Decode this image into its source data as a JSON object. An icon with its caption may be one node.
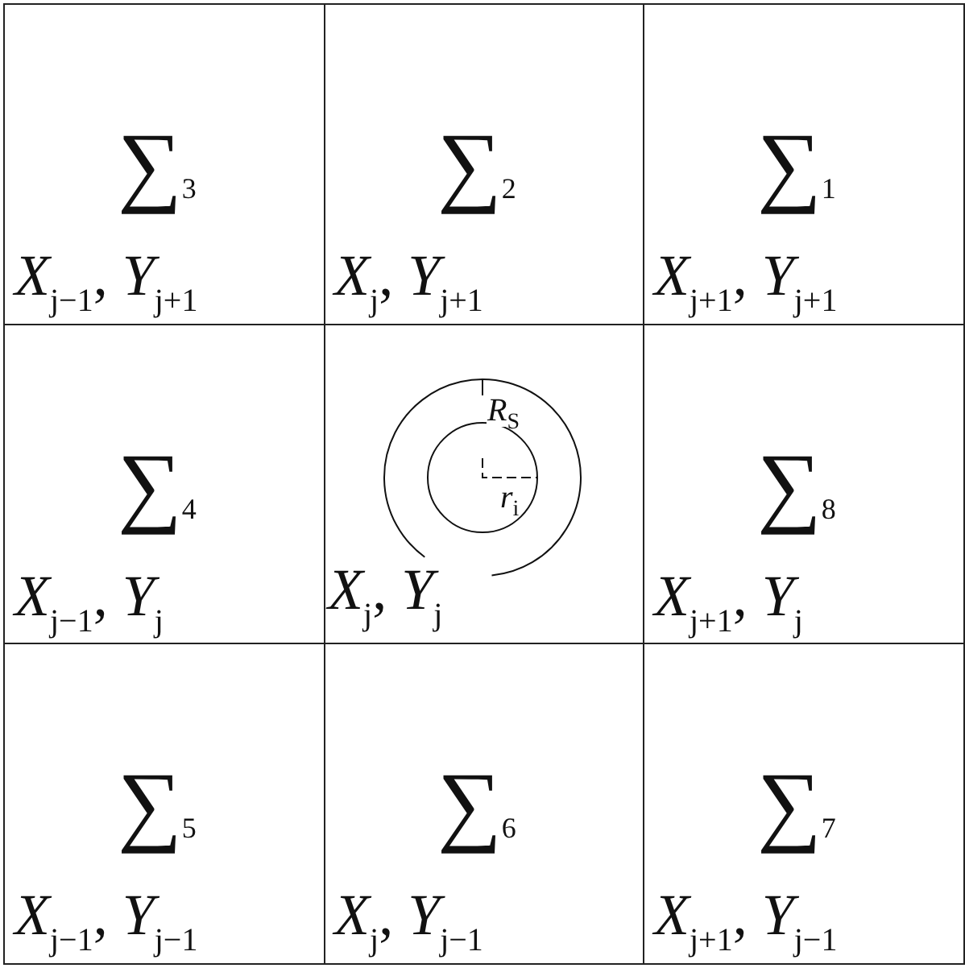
{
  "diagram": {
    "nodes": [
      {
        "text": [
          "∑$_{3}$",
          "*X*$_{j−1}$, *Y*$_{j+1}$"
        ]
      },
      {
        "text": [
          "∑$_{2}$",
          "*X*$_{j}$, *Y*$_{j+1}$"
        ]
      },
      {
        "text": [
          "∑$_{1}$",
          "*X*$_{j+1}$, *Y*$_{j+1}$"
        ]
      },
      {
        "text": [
          "∑$_{4}$",
          "*X*$_{j−1}$, *Y*$_{j}$"
        ]
      },
      {
        "text": [
          "*X*$_{j}$, *Y*$_{j}$"
        ]
      },
      {
        "text": [
          "∑$_{8}$",
          "*X*$_{j+1}$, *Y*$_{j}$"
        ]
      },
      {
        "text": [
          "∑$_{5}$",
          "*X*$_{j−1}$, *Y*$_{j−1}$"
        ]
      },
      {
        "text": [
          "∑$_{6}$",
          "*X*$_{j}$, *Y*$_{j−1}$"
        ]
      },
      {
        "text": [
          "∑$_{7}$",
          "*X*$_{j+1}$, *Y*$_{j−1}$"
        ]
      }
    ],
    "labels": [
      "*R*$_{S}$",
      "*r*$_{i}$"
    ]
  }
}
